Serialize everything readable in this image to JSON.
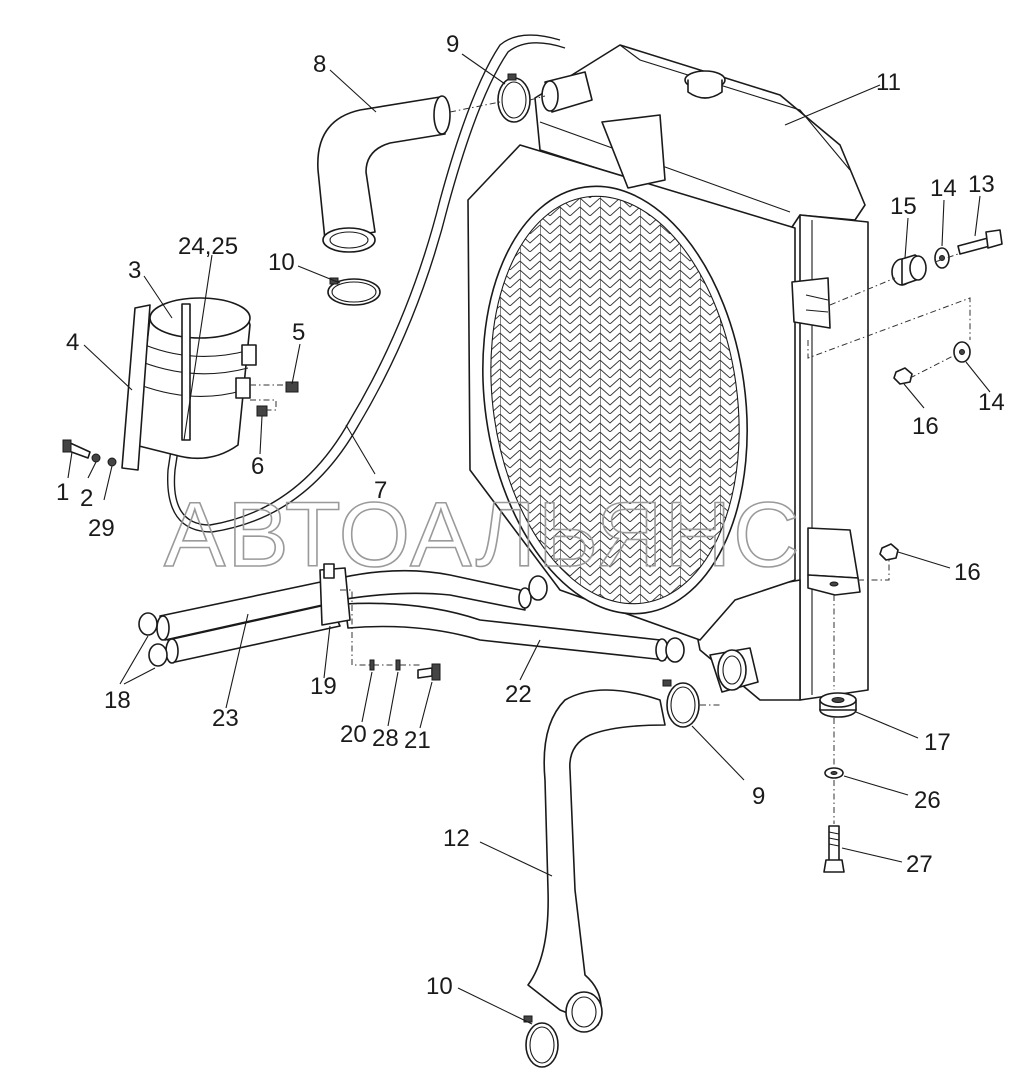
{
  "watermark": "АВТОАЛЬЯНС",
  "callouts": [
    {
      "id": "1",
      "text": "1"
    },
    {
      "id": "2",
      "text": "2"
    },
    {
      "id": "3",
      "text": "3"
    },
    {
      "id": "4",
      "text": "4"
    },
    {
      "id": "5",
      "text": "5"
    },
    {
      "id": "6",
      "text": "6"
    },
    {
      "id": "7",
      "text": "7"
    },
    {
      "id": "8",
      "text": "8"
    },
    {
      "id": "9a",
      "text": "9"
    },
    {
      "id": "9b",
      "text": "9"
    },
    {
      "id": "10a",
      "text": "10"
    },
    {
      "id": "10b",
      "text": "10"
    },
    {
      "id": "11",
      "text": "11"
    },
    {
      "id": "12",
      "text": "12"
    },
    {
      "id": "13",
      "text": "13"
    },
    {
      "id": "14a",
      "text": "14"
    },
    {
      "id": "14b",
      "text": "14"
    },
    {
      "id": "15",
      "text": "15"
    },
    {
      "id": "16a",
      "text": "16"
    },
    {
      "id": "16b",
      "text": "16"
    },
    {
      "id": "17",
      "text": "17"
    },
    {
      "id": "18",
      "text": "18"
    },
    {
      "id": "19",
      "text": "19"
    },
    {
      "id": "20",
      "text": "20"
    },
    {
      "id": "21",
      "text": "21"
    },
    {
      "id": "22",
      "text": "22"
    },
    {
      "id": "23",
      "text": "23"
    },
    {
      "id": "24_25",
      "text": "24,25"
    },
    {
      "id": "26",
      "text": "26"
    },
    {
      "id": "27",
      "text": "27"
    },
    {
      "id": "28",
      "text": "28"
    },
    {
      "id": "29",
      "text": "29"
    }
  ]
}
